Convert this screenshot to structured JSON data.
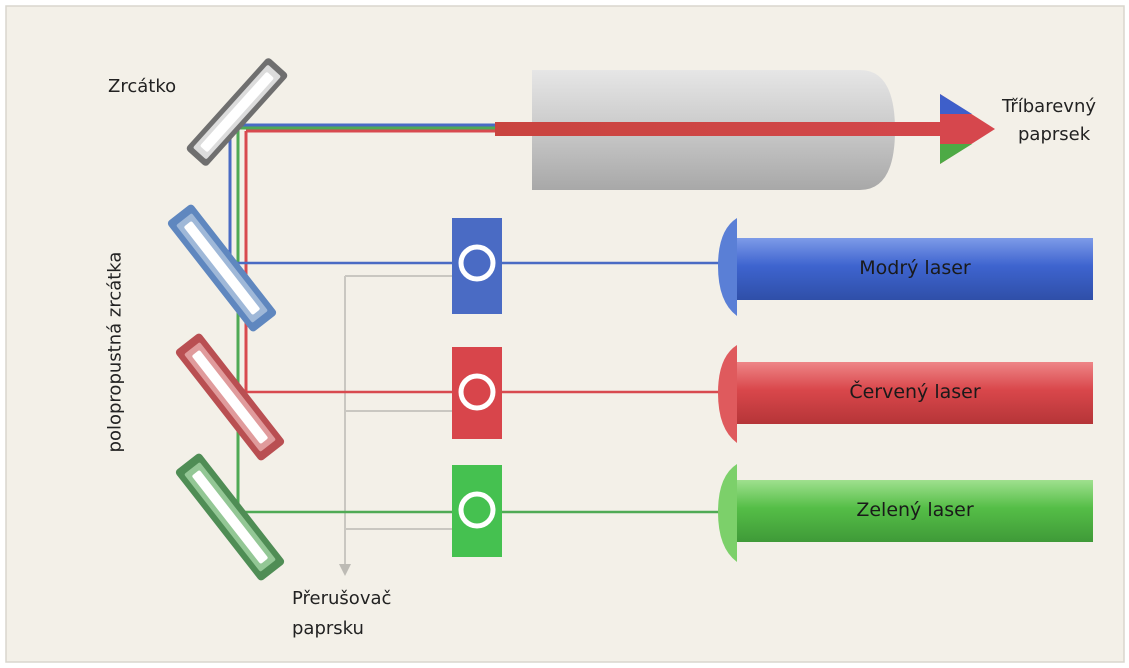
{
  "labels": {
    "mirror": "Zrcátko",
    "output_beam": [
      "Tříbarevný",
      "paprsek"
    ],
    "semi_mirrors": "polopropustná zrcátka",
    "chopper": [
      "Přerušovač",
      "paprsku"
    ]
  },
  "lasers": [
    {
      "name": "Modrý laser",
      "color": "#3f63c9"
    },
    {
      "name": "Červený laser",
      "color": "#d9474b"
    },
    {
      "name": "Zelený laser",
      "color": "#52b848"
    }
  ],
  "colors": {
    "background": "#f3f0e8",
    "blue": "#4a6bc4",
    "red": "#d84a4f",
    "green": "#4faa55",
    "mirror": "#7a7a7a"
  }
}
